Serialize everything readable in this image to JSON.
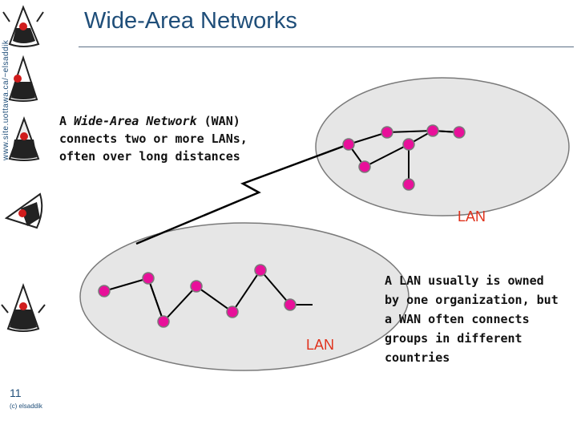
{
  "slide": {
    "title": "Wide-Area Networks",
    "site_url": "www.site.uottawa.ca/~elsaddik",
    "page_number": "11",
    "copyright": "(c) elsaddik"
  },
  "wan_description": {
    "prefix": "A ",
    "term": "Wide-Area Network",
    "suffix": " (WAN)",
    "line2": "connects two or more LANs,",
    "line3": "often over long distances"
  },
  "lan_note": {
    "line1": "A LAN usually is owned",
    "line2": "by one organization, but",
    "line3": "a WAN often connects",
    "line4": "groups in different",
    "line5": "countries"
  },
  "labels": {
    "lan_top": "LAN",
    "lan_bottom": "LAN"
  },
  "colors": {
    "node_fill": "#e8109a",
    "node_stroke": "#7a7a7a",
    "ellipse_fill": "#e6e6e6",
    "title": "#1f4e79",
    "lan_label": "#e0321c"
  },
  "icons": [
    "duke-mascot-icon"
  ]
}
